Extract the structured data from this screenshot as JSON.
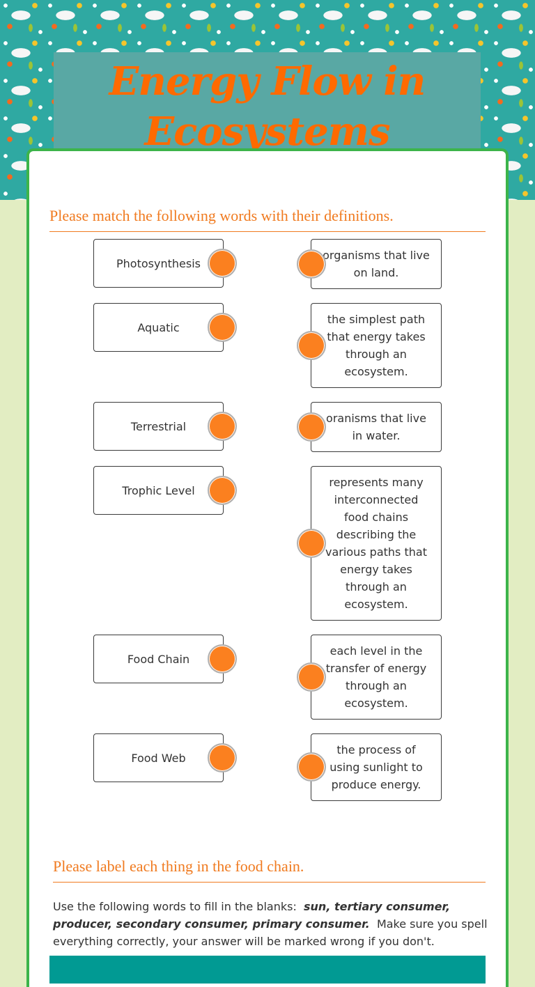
{
  "header": {
    "title": "Energy Flow in Ecosystems"
  },
  "matching": {
    "heading": "Please match the following words with their definitions.",
    "terms": [
      {
        "label": "Photosynthesis"
      },
      {
        "label": "Aquatic"
      },
      {
        "label": "Terrestrial"
      },
      {
        "label": "Trophic Level"
      },
      {
        "label": "Food Chain"
      },
      {
        "label": "Food Web"
      }
    ],
    "definitions": [
      {
        "label": "organisms that live on land."
      },
      {
        "label": "the simplest path that energy takes through an ecosystem."
      },
      {
        "label": "oranisms that live in water."
      },
      {
        "label": "represents many interconnected food chains describing the various paths that energy takes through an ecosystem."
      },
      {
        "label": "each level in the transfer of energy through an ecosystem."
      },
      {
        "label": "the process of using sunlight to produce energy."
      }
    ]
  },
  "labeling": {
    "heading": "Please label each thing in the food chain.",
    "intro": "Use the following words to fill in the blanks:",
    "word_bank": "sun, tertiary consumer, producer, secondary consumer, primary consumer.",
    "warning": "Make sure you spell everything correctly, your answer will be marked wrong if you don't."
  },
  "colors": {
    "accent_orange": "#f07a1f",
    "title_orange": "#ff6a00",
    "dot_orange": "#fb801f",
    "card_border_green": "#3cb44a",
    "title_band_teal": "#59a8a4",
    "bar_teal": "#019a93",
    "page_bg": "#e2edc2"
  }
}
